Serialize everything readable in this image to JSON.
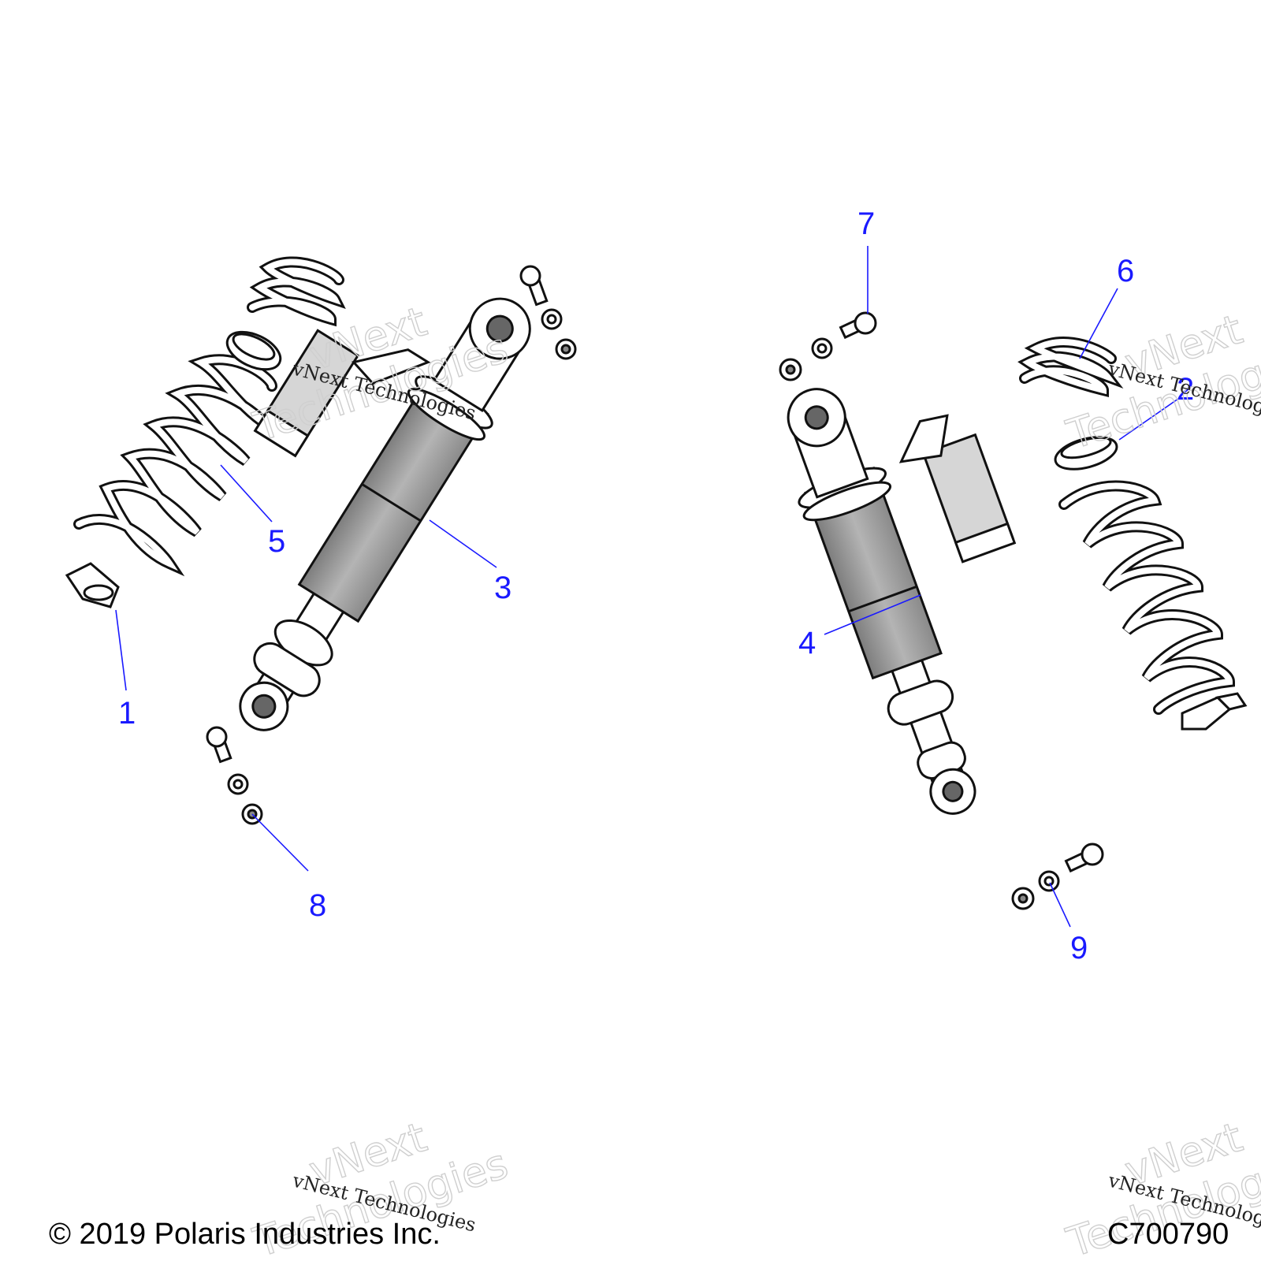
{
  "colors": {
    "callout": "#1a1aff",
    "shock_body": "#9a9a9a",
    "outline": "#111111",
    "background": "#ffffff"
  },
  "callouts": [
    {
      "id": "1",
      "label": "1"
    },
    {
      "id": "2",
      "label": "2"
    },
    {
      "id": "3",
      "label": "3"
    },
    {
      "id": "4",
      "label": "4"
    },
    {
      "id": "5",
      "label": "5"
    },
    {
      "id": "6",
      "label": "6"
    },
    {
      "id": "7",
      "label": "7"
    },
    {
      "id": "8",
      "label": "8"
    },
    {
      "id": "9",
      "label": "9"
    }
  ],
  "watermark": {
    "small": "vNext Technologies",
    "big_line1": "vNext",
    "big_line2": "Technologies"
  },
  "footer": {
    "copyright": "© 2019 Polaris Industries Inc.",
    "figure_code": "C700790"
  }
}
